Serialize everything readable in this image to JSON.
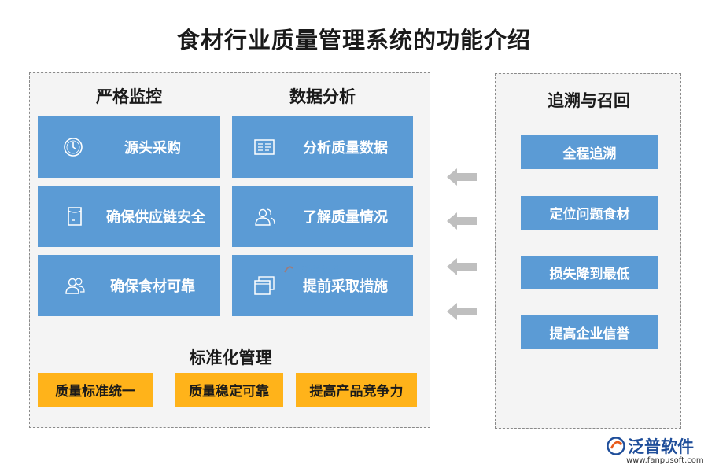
{
  "title": "食材行业质量管理系统的功能介绍",
  "strict_control": {
    "heading": "严格监控",
    "items": [
      {
        "label": "源头采购",
        "icon": "clock-icon"
      },
      {
        "label": "确保供应链安全",
        "icon": "document-icon"
      },
      {
        "label": "确保食材可靠",
        "icon": "users-icon"
      }
    ]
  },
  "data_analysis": {
    "heading": "数据分析",
    "items": [
      {
        "label": "分析质量数据",
        "icon": "data-card-icon"
      },
      {
        "label": "了解质量情况",
        "icon": "people-icon"
      },
      {
        "label": "提前采取措施",
        "icon": "windows-icon"
      }
    ]
  },
  "standardization": {
    "heading": "标准化管理",
    "items": [
      "质量标准统一",
      "质量稳定可靠",
      "提高产品竞争力"
    ]
  },
  "trace_recall": {
    "heading": "追溯与召回",
    "items": [
      "全程追溯",
      "定位问题食材",
      "损失降到最低",
      "提高企业信誉"
    ]
  },
  "watermark": {
    "text": "泛普软件"
  },
  "logo": {
    "brand": "泛普软件",
    "url": "www.fanpusoft.com"
  },
  "colors": {
    "tile_blue": "#5b9bd5",
    "std_orange": "#ffb31a",
    "arrow_gray": "#bfbfbf",
    "brand_blue": "#1f4e9a"
  }
}
